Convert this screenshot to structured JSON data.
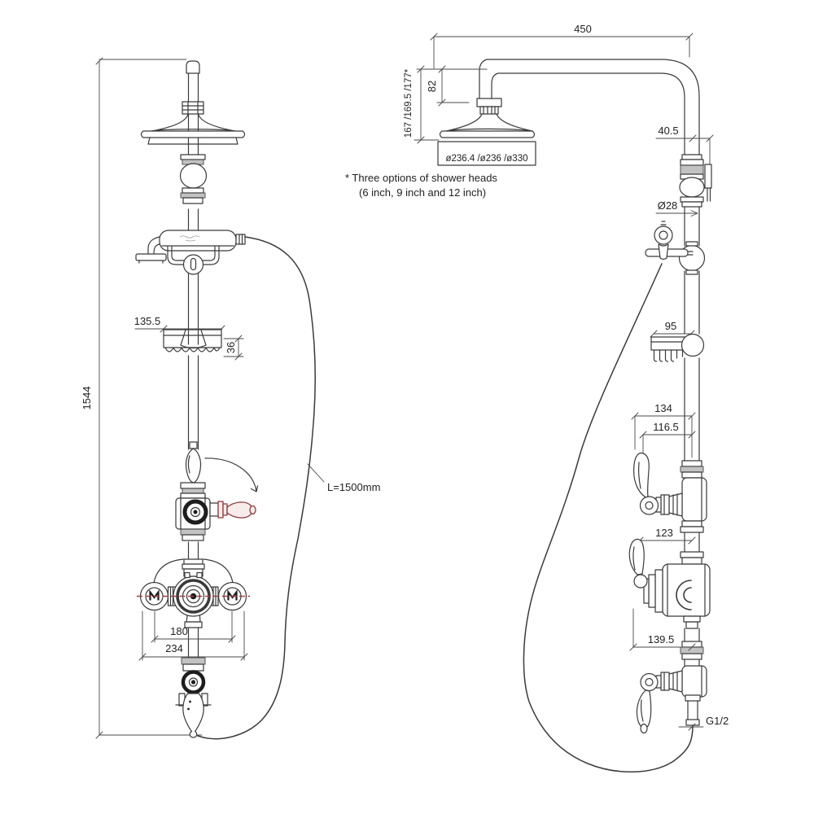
{
  "drawing": {
    "type": "technical dimensional drawing - thermostatic shower column, front and side views",
    "note": {
      "line1": "* Three options of shower heads",
      "line2": "(6 inch, 9 inch and 12 inch)"
    },
    "dims": {
      "overall_height": "1544",
      "soap_dish_width": "135.5",
      "soap_dish_height": "36",
      "valve_union_centres": "180",
      "valve_overall_width": "234",
      "hose_length": "L=1500mm",
      "arm_reach": "450",
      "arm_drop": "82",
      "head_height_options": "167 /169.5 /177*",
      "head_diameter_options": "ø236.4 /ø236 /ø330",
      "wall_bracket_offset": "40.5",
      "pipe_diameter": "Ø28",
      "soap_dish_depth": "95",
      "diverter_reach": "134",
      "diverter_lever_reach": "116.5",
      "valve_lever_reach": "123",
      "valve_depth": "139.5",
      "outlet_thread": "G1/2"
    },
    "colors": {
      "line": "#3a3a3a",
      "accent_red": "#8a3a3a",
      "shade": "#b8b8b8",
      "background": "#ffffff"
    }
  }
}
